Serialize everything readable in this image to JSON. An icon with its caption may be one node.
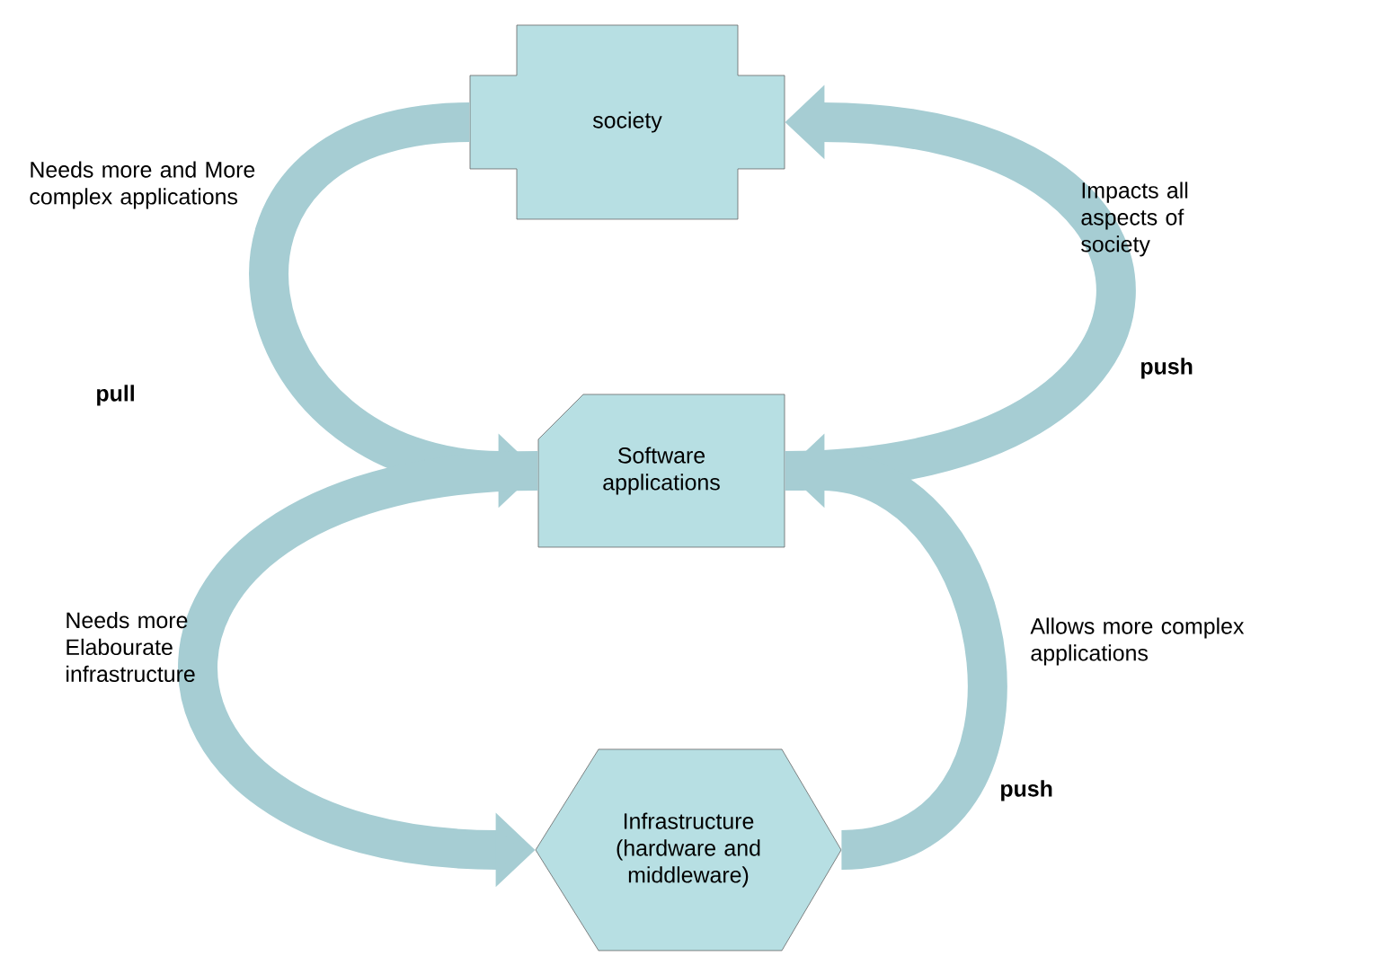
{
  "diagram": {
    "nodes": [
      {
        "text": [
          "society"
        ]
      },
      {
        "text": [
          "Software applications"
        ]
      },
      {
        "text": [
          "Infrastructure (hardware and middleware)"
        ]
      }
    ],
    "edges": [
      {
        "from": 0,
        "to": 1,
        "arrow": "to",
        "label": "Needs more and More complex applications"
      },
      {
        "from": 1,
        "to": 0,
        "arrow": "to",
        "label": "Impacts all aspects of society"
      },
      {
        "from": 1,
        "to": 2,
        "arrow": "to",
        "label": "Needs more Elabourate infrastructure"
      },
      {
        "from": 2,
        "to": 1,
        "arrow": "to",
        "label": "Allows more complex applications"
      }
    ],
    "labels": [
      "pull",
      "push",
      "push"
    ]
  }
}
